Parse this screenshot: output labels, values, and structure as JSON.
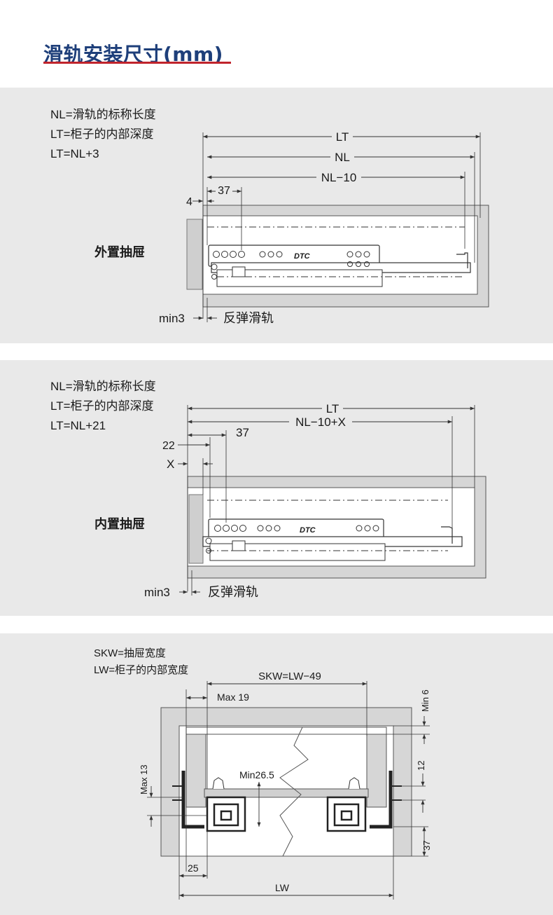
{
  "title": "滑轨安装尺寸(mm)",
  "panel1": {
    "notes": [
      "NL=滑轨的标称长度",
      "LT=柜子的内部深度",
      "LT=NL+3"
    ],
    "dims": {
      "lt": "LT",
      "nl": "NL",
      "nl10": "NL−10",
      "d37": "37",
      "d4": "4",
      "min3": "min3"
    },
    "drawer_label": "外置抽屉",
    "rebound_label": "反弹滑轨",
    "brand": "DTC"
  },
  "panel2": {
    "notes": [
      "NL=滑轨的标称长度",
      "LT=柜子的内部深度",
      "LT=NL+21"
    ],
    "dims": {
      "lt": "LT",
      "nlx": "NL−10+X",
      "d37": "37",
      "d22": "22",
      "dx": "X",
      "min3": "min3"
    },
    "drawer_label": "内置抽屉",
    "rebound_label": "反弹滑轨",
    "brand": "DTC"
  },
  "panel3": {
    "notes": [
      "SKW=抽屉宽度",
      "LW=柜子的内部宽度"
    ],
    "dims": {
      "skw": "SKW=LW−49",
      "max19": "Max 19",
      "min6": "Min 6",
      "max13": "Max 13",
      "min265": "Min26.5",
      "d12": "12",
      "d37": "37",
      "d25": "25",
      "lw": "LW"
    }
  }
}
